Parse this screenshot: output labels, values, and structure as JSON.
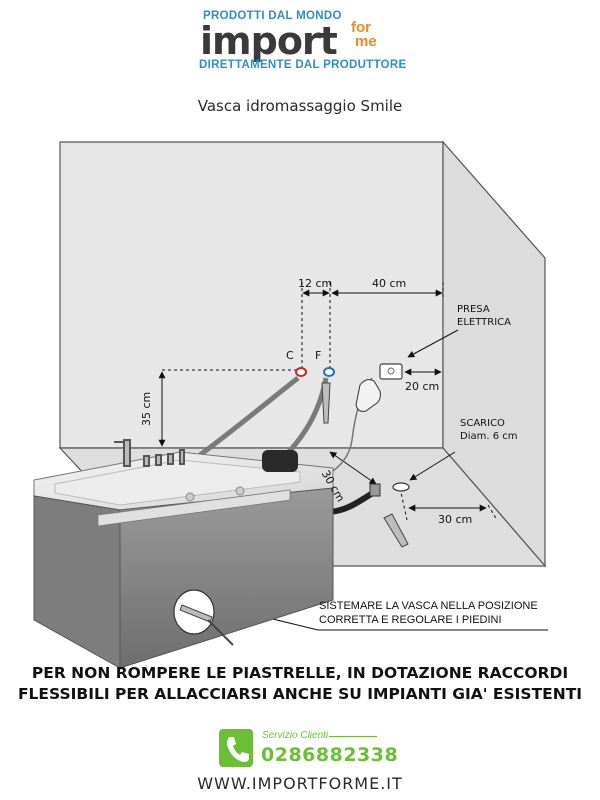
{
  "logo": {
    "top_tagline": "PRODOTTI DAL MONDO",
    "word": "import",
    "for": "for",
    "me": "me",
    "bottom_tagline": "DIRETTAMENTE DAL PRODUTTORE",
    "brand_blue": "#2f8fc4",
    "brand_orange": "#f08a1c"
  },
  "title": "Vasca idromassaggio Smile",
  "dimensions": {
    "pipe_spacing": "12 cm",
    "to_socket": "40 cm",
    "height": "35 cm",
    "socket_side": "20 cm",
    "drain_from_tub": "30 cm",
    "drain_from_wall": "30 cm"
  },
  "labels": {
    "cold": "C",
    "hot": "F",
    "socket_line1": "PRESA",
    "socket_line2": "ELETTRICA",
    "drain_line1": "SCARICO",
    "drain_line2": "Diam. 6 cm",
    "feet_line1": "SISTEMARE LA VASCA NELLA POSIZIONE",
    "feet_line2": "CORRETTA E REGOLARE I PIEDINI"
  },
  "warning": {
    "line1": "PER NON ROMPERE LE PIASTRELLE, IN DOTAZIONE RACCORDI",
    "line2": "FLESSIBILI PER ALLACCIARSI ANCHE SU IMPIANTI GIA' ESISTENTI"
  },
  "contact": {
    "service_label": "Servizio Clienti",
    "phone": "0286882338",
    "website": "WWW.IMPORTFORME.IT",
    "accent": "#6bbf35"
  }
}
